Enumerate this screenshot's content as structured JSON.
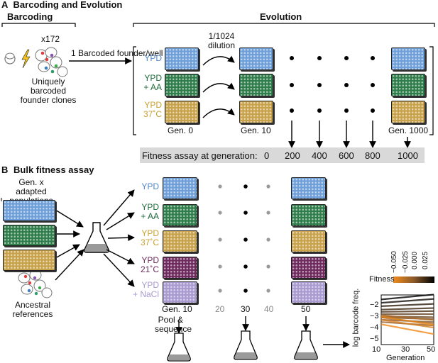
{
  "panelA": {
    "letter": "A",
    "title": "Barcoding and Evolution",
    "barcoding_heading": "Barcoding",
    "evolution_heading": "Evolution",
    "multiplier": "x172",
    "founder_per_well": "1 Barcoded founder/well",
    "uniquely_barcoded": [
      "Uniquely",
      "barcoded",
      "founder clones"
    ],
    "dilution": [
      "1/1024",
      "dilution"
    ],
    "conditions": [
      {
        "lines": [
          "YPD"
        ],
        "color": "#4f86c6",
        "plate_color": "#6f9fd8"
      },
      {
        "lines": [
          "YPD",
          "+ AA"
        ],
        "color": "#1f6b3a",
        "plate_color": "#2e7d4a"
      },
      {
        "lines": [
          "YPD",
          "37˚C"
        ],
        "color": "#c9a030",
        "plate_color": "#c8a24a"
      }
    ],
    "generation_labels": [
      "Gen. 0",
      "Gen. 10",
      "Gen. 1000"
    ],
    "assay_label": "Fitness assay at generation:",
    "assay_generations": [
      "0",
      "200",
      "400",
      "600",
      "800",
      "1000"
    ]
  },
  "panelB": {
    "letter": "B",
    "title": "Bulk fitness assay",
    "adapted_populations": [
      "Gen. x adapted",
      "populations"
    ],
    "ancestral_references": [
      "Ancestral",
      "references"
    ],
    "conditions": [
      {
        "lines": [
          "YPD"
        ],
        "color": "#4f86c6",
        "plate_color": "#6f9fd8"
      },
      {
        "lines": [
          "YPD",
          "+ AA"
        ],
        "color": "#1f6b3a",
        "plate_color": "#2e7d4a"
      },
      {
        "lines": [
          "YPD",
          "37˚C"
        ],
        "color": "#c9a030",
        "plate_color": "#c8a24a"
      },
      {
        "lines": [
          "YPD",
          "21˚C"
        ],
        "color": "#6a2a5a",
        "plate_color": "#6e2a5e"
      },
      {
        "lines": [
          "YPD",
          "+ NaCl"
        ],
        "color": "#a99ad0",
        "plate_color": "#a99ad0"
      }
    ],
    "generation_labels": [
      "Gen. 10",
      "20",
      "30",
      "40",
      "50"
    ],
    "pool_sequence": [
      "Pool &",
      "sequence"
    ],
    "inset": {
      "legend_title": "Fitness",
      "legend_ticks": [
        "−0.050",
        "−0.025",
        "0.000",
        "0.025"
      ],
      "ylabel": "log barcode freq.",
      "xlabel": "Generation",
      "yticks": [
        "−2",
        "−3",
        "−4",
        "−5"
      ],
      "xticks": [
        "10",
        "30",
        "50"
      ]
    }
  },
  "chart_data": {
    "type": "line",
    "title": "",
    "xlabel": "Generation",
    "ylabel": "log barcode freq.",
    "xlim": [
      10,
      50
    ],
    "ylim": [
      -6,
      -1.6
    ],
    "legend": {
      "title": "Fitness",
      "placement": "top",
      "range": [
        -0.05,
        0.025
      ]
    },
    "series": [
      {
        "start": -2.0,
        "fitness": 0.025
      },
      {
        "start": -2.3,
        "fitness": 0.02
      },
      {
        "start": -2.6,
        "fitness": 0.012
      },
      {
        "start": -2.9,
        "fitness": 0.008
      },
      {
        "start": -3.1,
        "fitness": 0.004
      },
      {
        "start": -3.3,
        "fitness": 0.0
      },
      {
        "start": -3.5,
        "fitness": -0.004
      },
      {
        "start": -3.6,
        "fitness": -0.008
      },
      {
        "start": -3.8,
        "fitness": -0.012
      },
      {
        "start": -4.0,
        "fitness": -0.018
      },
      {
        "start": -3.4,
        "fitness": -0.025
      },
      {
        "start": -3.6,
        "fitness": -0.032
      },
      {
        "start": -3.8,
        "fitness": -0.04
      },
      {
        "start": -3.5,
        "fitness": -0.045
      },
      {
        "start": -4.2,
        "fitness": -0.05
      }
    ]
  }
}
